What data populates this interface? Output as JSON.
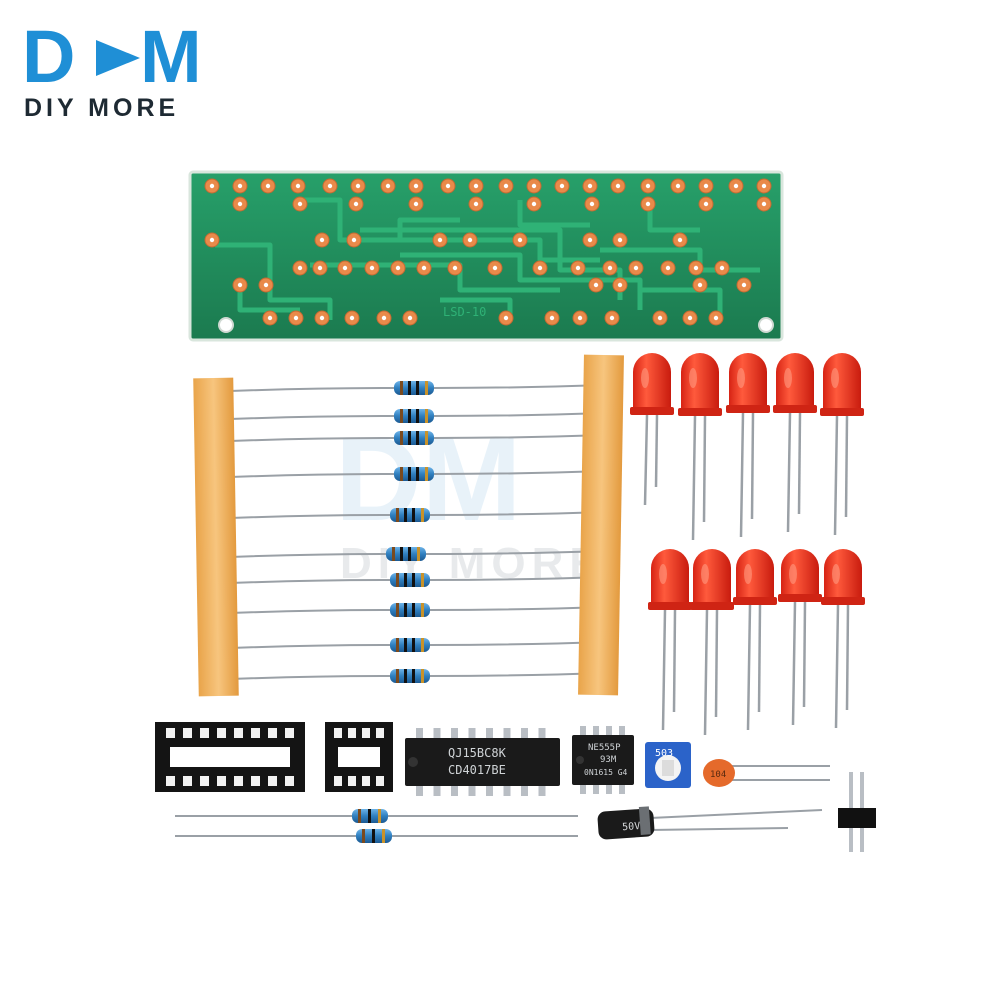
{
  "brand": {
    "mark_left": "D",
    "mark_right": "M",
    "name": "DIY MORE",
    "color": "#1f8fd6"
  },
  "watermark": {
    "mark": "DM",
    "name": "DIY MORE"
  },
  "pcb": {
    "silkscreen": "LSD-10",
    "board_color": "#1f8a5b"
  },
  "chips": {
    "cd4017_line1": "QJ15BC8K",
    "cd4017_line2": "CD4017BE",
    "ne555_line1": "NE555P",
    "ne555_line2": "93M",
    "ne555_line3": "0N1615 G4"
  },
  "potentiometer": {
    "code": "503"
  },
  "ceramic_capacitor": {
    "code": "104"
  },
  "electrolytic_capacitor": {
    "rating": "50V"
  },
  "colors": {
    "led_red": "#f0301c",
    "resistor_body": "#2f7fbf",
    "paper_tape": "#f3b865",
    "lead_wire": "#9aa0a6"
  }
}
